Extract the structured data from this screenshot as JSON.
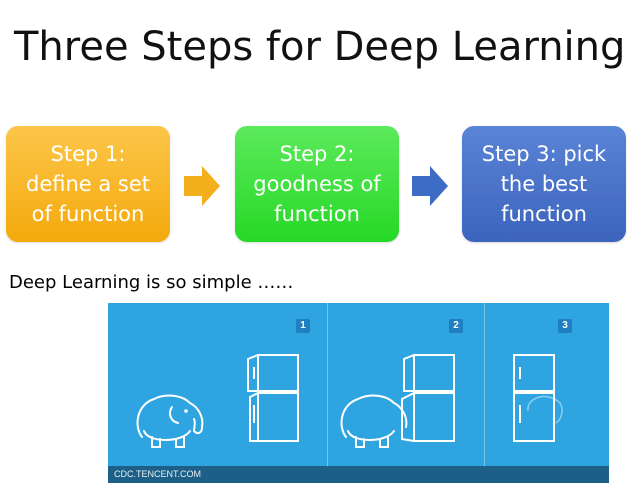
{
  "title": "Three Steps for Deep Learning",
  "steps": [
    {
      "label": "Step 1:\ndefine a set\nof function",
      "color": "#f4b01c"
    },
    {
      "label": "Step 2:\ngoodness of\nfunction",
      "color": "#33dd33"
    },
    {
      "label": "Step 3: pick\nthe best\nfunction",
      "color": "#4270c9"
    }
  ],
  "arrow_color": "#f4b01c",
  "arrow2_color": "#3d6cc5",
  "subtitle": "Deep Learning is so simple ……",
  "illustration": {
    "panel_numbers": [
      "1",
      "2",
      "3"
    ],
    "credit": "CDC.TENCENT.COM",
    "background": "#2ea5e0",
    "icons": [
      "elephant-icon",
      "refrigerator-icon"
    ]
  }
}
